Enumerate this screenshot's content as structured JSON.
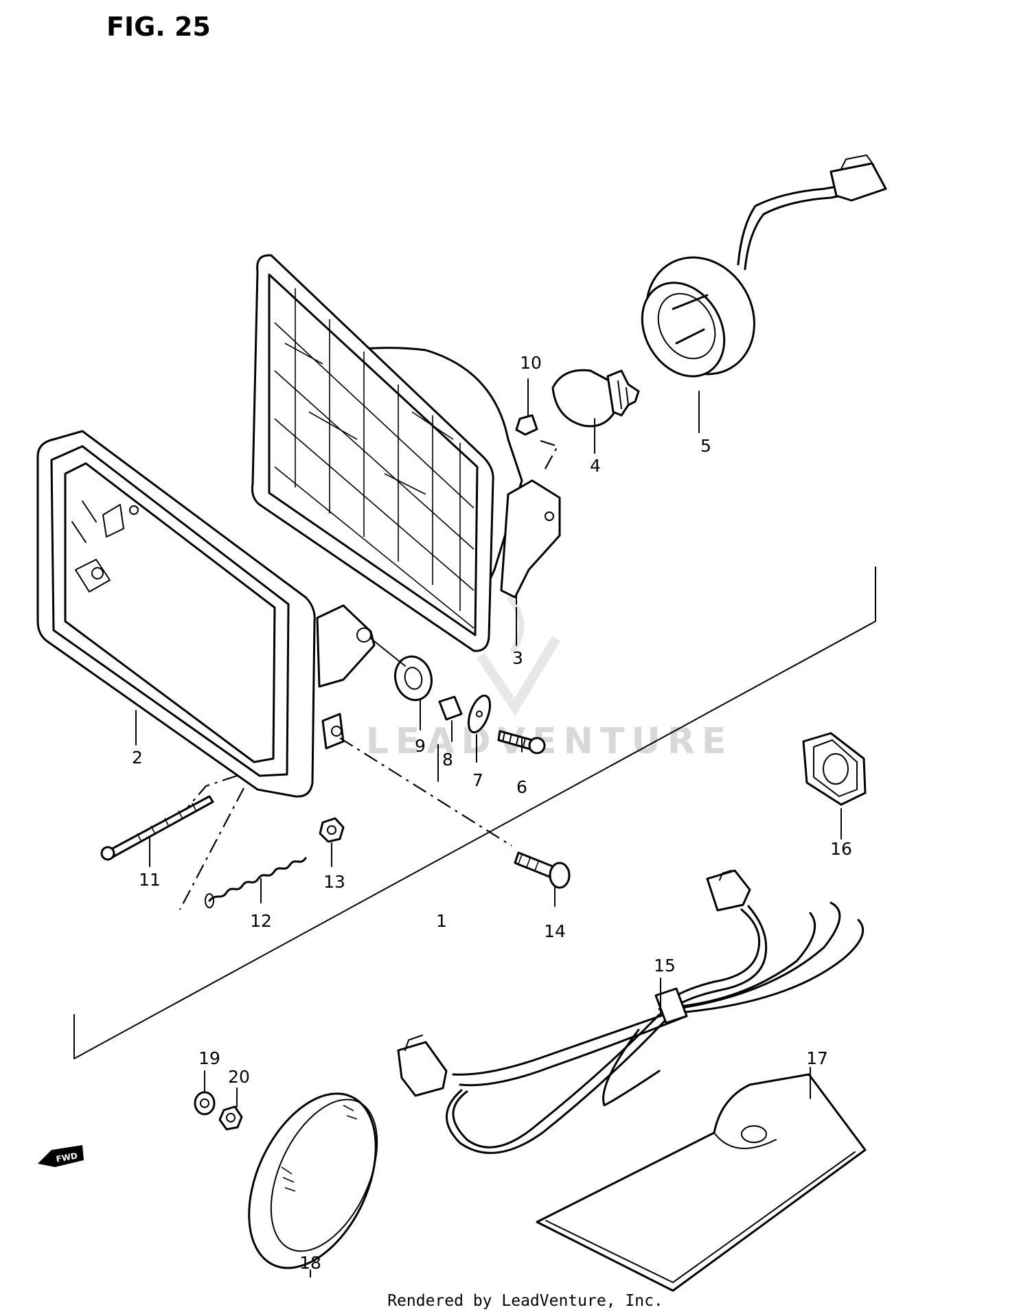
{
  "figure": {
    "title": "FIG. 25"
  },
  "watermark": {
    "text": "LEADVENTURE"
  },
  "footer": {
    "text": "Rendered by LeadVenture, Inc."
  },
  "direction_marker": {
    "text": "FWD",
    "icon": "fwd-arrow-icon"
  },
  "callouts": [
    {
      "number": "1"
    },
    {
      "number": "2"
    },
    {
      "number": "3"
    },
    {
      "number": "4"
    },
    {
      "number": "5"
    },
    {
      "number": "6"
    },
    {
      "number": "7"
    },
    {
      "number": "8"
    },
    {
      "number": "9"
    },
    {
      "number": "10"
    },
    {
      "number": "11"
    },
    {
      "number": "12"
    },
    {
      "number": "13"
    },
    {
      "number": "14"
    },
    {
      "number": "15"
    },
    {
      "number": "16"
    },
    {
      "number": "17"
    },
    {
      "number": "18"
    },
    {
      "number": "19"
    },
    {
      "number": "20"
    }
  ]
}
